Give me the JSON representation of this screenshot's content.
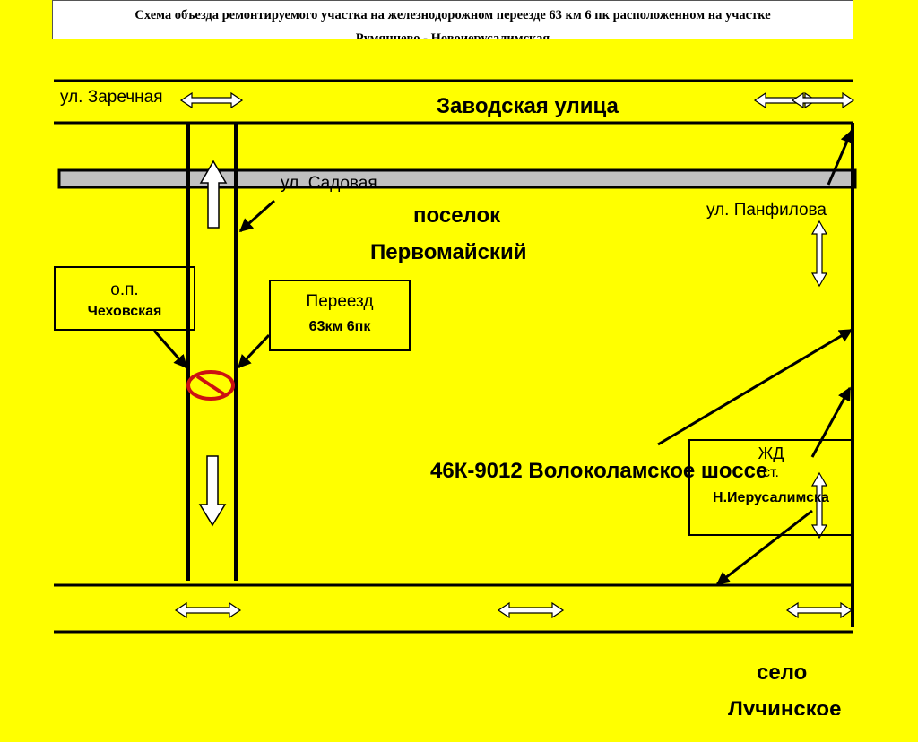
{
  "title": {
    "line1": "Схема объезда ремонтируемого участка на железнодорожном переезде 63 км 6 пк расположенном на участке",
    "line2": "Румянцево - Новоиерусалимская"
  },
  "streets": {
    "zarechnaya": "ул. Заречная",
    "zavodskaya": "Заводская улица",
    "sadovaya": "ул. Садовая",
    "panfilova": "ул. Панфилова",
    "highway": "46К-9012 Волоколамское шоссе"
  },
  "settlements": {
    "poselok_line1": "поселок",
    "poselok_line2": "Первомайский",
    "selo_line1": "село",
    "selo_line2": "Лучинское"
  },
  "boxes": {
    "station": {
      "line1": "о.п.",
      "line2": "Чеховская"
    },
    "crossing": {
      "line1": "Переезд",
      "line2": "63км 6пк"
    },
    "railway_station": {
      "line1": "ЖД",
      "line2": "ст.",
      "line3": "Н.Иерусалимска"
    }
  },
  "colors": {
    "background": "#ffff00",
    "rail_band": "#c0c0c0",
    "no_entry": "#cc1111"
  },
  "icons": [
    "no-entry-icon",
    "double-arrow-icon",
    "up-arrow-icon",
    "down-arrow-icon"
  ]
}
